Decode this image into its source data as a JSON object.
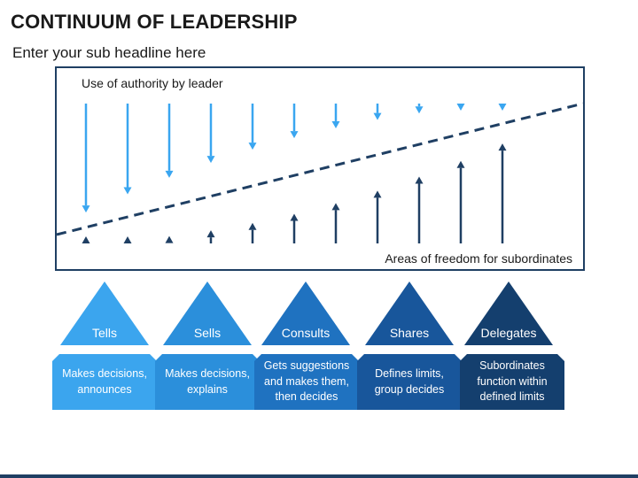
{
  "title": "CONTINUUM OF LEADERSHIP",
  "subtitle": "Enter your sub headline here",
  "panel": {
    "top_label": "Use of authority by leader",
    "bottom_label": "Areas of freedom for subordinates"
  },
  "authority_levels": [
    0.92,
    0.84,
    0.76,
    0.68,
    0.6,
    0.52,
    0.44,
    0.36,
    0.28,
    0.2,
    0.12
  ],
  "colors": {
    "light_arrow": "#3aa6f0",
    "dark_arrow": "#1f3f63",
    "dashed_line": "#1f3f63",
    "panel_border": "#1f3f63"
  },
  "styles": [
    {
      "label": "Tells",
      "description": "Makes decisions, announces",
      "color": "#3ba5ee"
    },
    {
      "label": "Sells",
      "description": "Makes decisions, explains",
      "color": "#2b8fdb"
    },
    {
      "label": "Consults",
      "description": "Gets suggestions and makes them, then decides",
      "color": "#1f72c0"
    },
    {
      "label": "Shares",
      "description": "Defines limits, group decides",
      "color": "#18569b"
    },
    {
      "label": "Delegates",
      "description": "Subordinates function within defined limits",
      "color": "#143f6e"
    }
  ]
}
